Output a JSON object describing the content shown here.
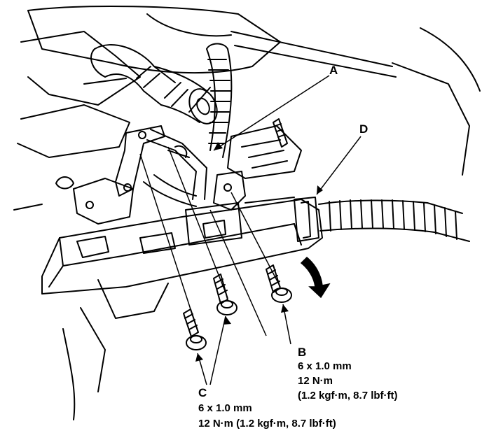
{
  "callouts": {
    "a": {
      "letter": "A"
    },
    "b": {
      "letter": "B",
      "lines": [
        "6 x 1.0 mm",
        "12 N·m",
        "(1.2 kgf·m, 8.7 lbf·ft)"
      ]
    },
    "c": {
      "letter": "C",
      "lines": [
        "6 x 1.0 mm",
        "12 N·m (1.2 kgf·m, 8.7 lbf·ft)"
      ]
    },
    "d": {
      "letter": "D"
    }
  },
  "colors": {
    "ink": "#000000",
    "paper": "#ffffff"
  },
  "icons": [
    "hose-icon",
    "bolt-icon",
    "bracket-icon",
    "arrow-icon"
  ]
}
